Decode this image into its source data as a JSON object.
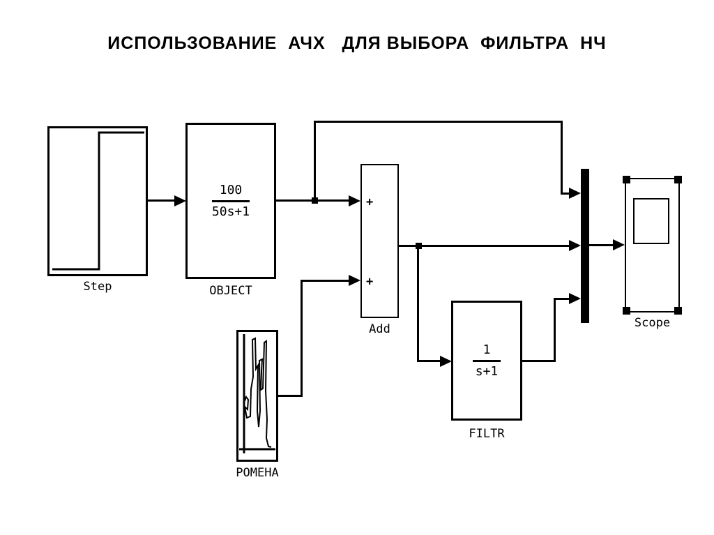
{
  "title": "ИСПОЛЬЗОВАНИЕ  АЧХ   ДЛЯ ВЫБОРА  ФИЛЬТРА  НЧ",
  "blocks": {
    "step": {
      "label": "Step"
    },
    "object": {
      "label": "OBJECT",
      "tf_numerator": "100",
      "tf_denominator": "50s+1"
    },
    "add": {
      "label": "Add",
      "input1_sign": "+",
      "input2_sign": "+"
    },
    "pomeha": {
      "label": "POMEHA"
    },
    "filtr": {
      "label": "FILTR",
      "tf_numerator": "1",
      "tf_denominator": "s+1"
    },
    "mux": {
      "label": ""
    },
    "scope": {
      "label": "Scope"
    }
  },
  "icons": {
    "step_waveform": "step-signal",
    "pomeha_waveform": "noise-signal",
    "scope_screen": "scope-screen"
  },
  "colors": {
    "line": "#000000",
    "background": "#ffffff"
  }
}
